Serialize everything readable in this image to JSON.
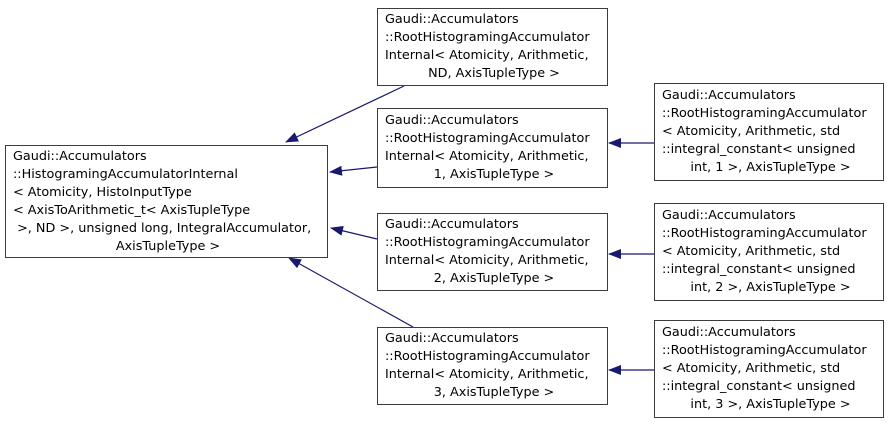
{
  "diagram": {
    "type": "class-inheritance-graph",
    "colors": {
      "background": "#ffffff",
      "box_background": "#ffffff",
      "box_border": "#3c3c3c",
      "text": "#000000",
      "arrow": "#191970"
    },
    "nodes": [
      {
        "id": "histograming-accumulator-internal-base",
        "lines": [
          "Gaudi::Accumulators",
          "::HistogramingAccumulatorInternal",
          "< Atomicity, HistoInputType",
          "< AxisToArithmetic_t< AxisTupleType",
          " >, ND >, unsigned long, IntegralAccumulator,",
          "AxisTupleType >"
        ]
      },
      {
        "id": "root-histograming-accumulator-internal-nd",
        "lines": [
          "Gaudi::Accumulators",
          "::RootHistogramingAccumulator",
          "Internal< Atomicity, Arithmetic,",
          "ND, AxisTupleType >"
        ]
      },
      {
        "id": "root-histograming-accumulator-internal-1",
        "lines": [
          "Gaudi::Accumulators",
          "::RootHistogramingAccumulator",
          "Internal< Atomicity, Arithmetic,",
          "1, AxisTupleType >"
        ]
      },
      {
        "id": "root-histograming-accumulator-internal-2",
        "lines": [
          "Gaudi::Accumulators",
          "::RootHistogramingAccumulator",
          "Internal< Atomicity, Arithmetic,",
          "2, AxisTupleType >"
        ]
      },
      {
        "id": "root-histograming-accumulator-internal-3",
        "lines": [
          "Gaudi::Accumulators",
          "::RootHistogramingAccumulator",
          "Internal< Atomicity, Arithmetic,",
          "3, AxisTupleType >"
        ]
      },
      {
        "id": "root-histograming-accumulator-1",
        "lines": [
          "Gaudi::Accumulators",
          "::RootHistogramingAccumulator",
          "< Atomicity, Arithmetic, std",
          "::integral_constant< unsigned",
          "int, 1 >, AxisTupleType >"
        ]
      },
      {
        "id": "root-histograming-accumulator-2",
        "lines": [
          "Gaudi::Accumulators",
          "::RootHistogramingAccumulator",
          "< Atomicity, Arithmetic, std",
          "::integral_constant< unsigned",
          "int, 2 >, AxisTupleType >"
        ]
      },
      {
        "id": "root-histograming-accumulator-3",
        "lines": [
          "Gaudi::Accumulators",
          "::RootHistogramingAccumulator",
          "< Atomicity, Arithmetic, std",
          "::integral_constant< unsigned",
          "int, 3 >, AxisTupleType >"
        ]
      }
    ],
    "edges": [
      {
        "from": "root-histograming-accumulator-internal-nd",
        "to": "histograming-accumulator-internal-base"
      },
      {
        "from": "root-histograming-accumulator-internal-1",
        "to": "histograming-accumulator-internal-base"
      },
      {
        "from": "root-histograming-accumulator-internal-2",
        "to": "histograming-accumulator-internal-base"
      },
      {
        "from": "root-histograming-accumulator-internal-3",
        "to": "histograming-accumulator-internal-base"
      },
      {
        "from": "root-histograming-accumulator-1",
        "to": "root-histograming-accumulator-internal-1"
      },
      {
        "from": "root-histograming-accumulator-2",
        "to": "root-histograming-accumulator-internal-2"
      },
      {
        "from": "root-histograming-accumulator-3",
        "to": "root-histograming-accumulator-internal-3"
      }
    ]
  }
}
